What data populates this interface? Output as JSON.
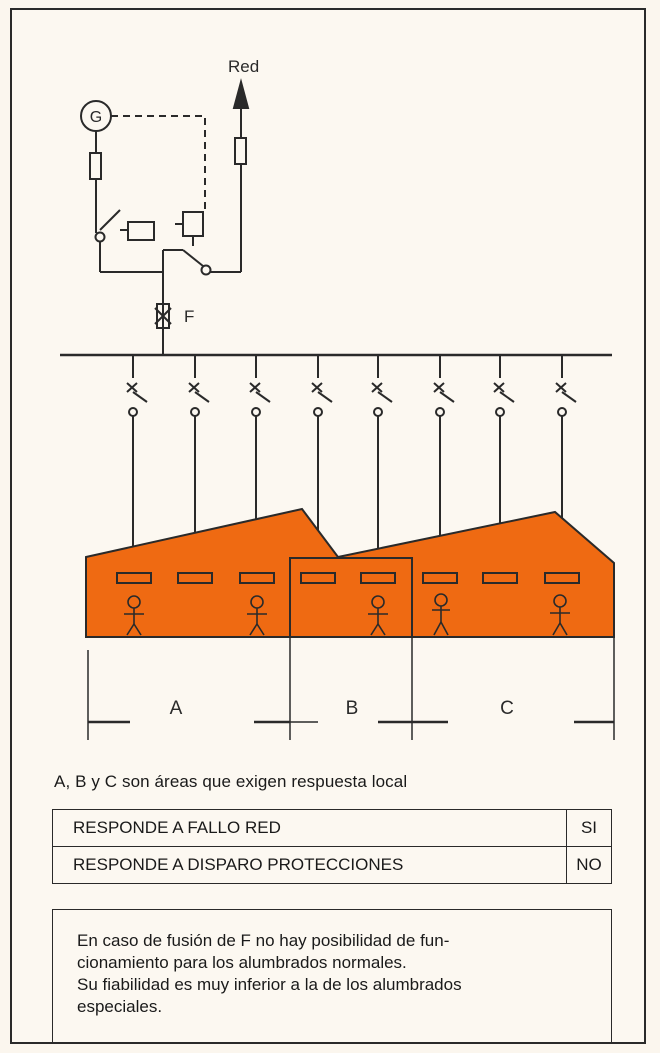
{
  "diagram": {
    "red_label": "Red",
    "generator_label": "G",
    "fuse_label": "F",
    "zones": [
      {
        "label": "A"
      },
      {
        "label": "B"
      },
      {
        "label": "C"
      }
    ],
    "colors": {
      "fill": "#ef6a12",
      "line": "#2a2a2a",
      "paper": "#fcf8f1"
    }
  },
  "caption": "A, B y C son áreas que exigen respuesta local",
  "table": {
    "rows": [
      {
        "label": "RESPONDE A FALLO RED",
        "value": "SI"
      },
      {
        "label": "RESPONDE A DISPARO PROTECCIONES",
        "value": "NO"
      }
    ]
  },
  "note": {
    "lines": [
      "En caso de fusión de F no hay posibilidad de fun-",
      "cionamiento para los alumbrados normales.",
      "Su fiabilidad es muy inferior a la de los alumbrados",
      "especiales."
    ]
  }
}
